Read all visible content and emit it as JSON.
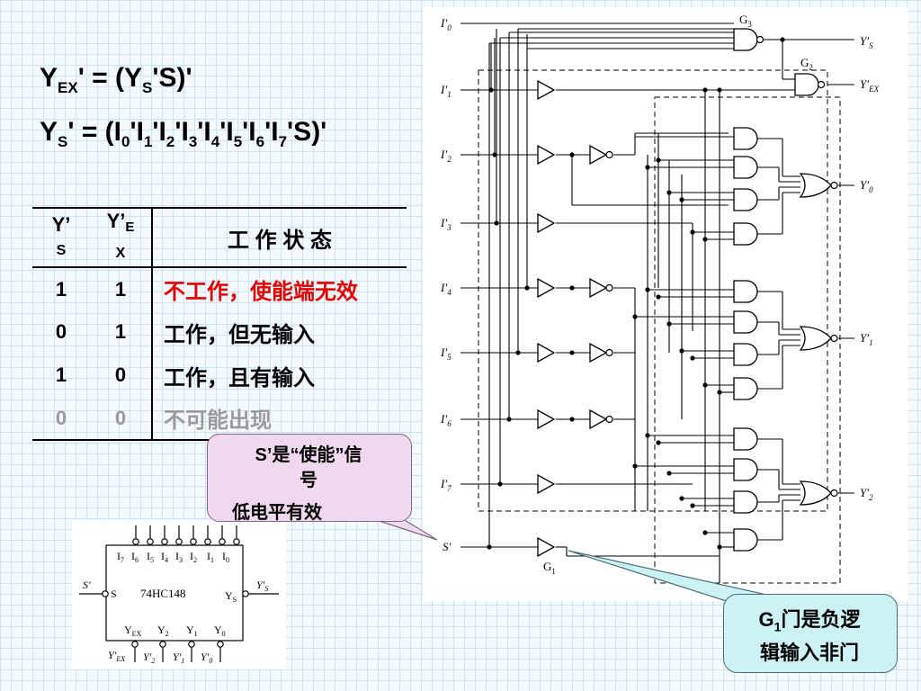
{
  "formulas": {
    "f1": {
      "a": "Y",
      "a_sub": "EX",
      "b": "' = (Y",
      "b_sub": "S",
      "c": "'S)'"
    },
    "f2": {
      "a": "Y",
      "a_sub": "S",
      "b": "' = (I",
      "s0": "0",
      "t0": "'I",
      "s1": "1",
      "t1": "'I",
      "s2": "2",
      "t2": "'I",
      "s3": "3",
      "t3": "'I",
      "s4": "4",
      "t4": "'I",
      "s5": "5",
      "t5": "'I",
      "s6": "6",
      "t6": "'I",
      "s7": "7",
      "t7": "'S)'"
    }
  },
  "table": {
    "headers": {
      "ys_main": "Y’",
      "ys_sub": "S",
      "yex_main": "Y’",
      "yex_sub1": "E",
      "yex_sub2": "X",
      "state": "工 作 状 态"
    },
    "rows": [
      {
        "ys": "1",
        "yex": "1",
        "state": "不工作，使能端无效",
        "color": "#e00000"
      },
      {
        "ys": "0",
        "yex": "1",
        "state": "工作，但无输入",
        "color": "#000000"
      },
      {
        "ys": "1",
        "yex": "0",
        "state": "工作，且有输入",
        "color": "#000000"
      },
      {
        "ys": "0",
        "yex": "0",
        "state": "不可能出现",
        "color": "#9a9a9a"
      }
    ]
  },
  "callouts": {
    "enable": {
      "line1": "S’是“使能”信",
      "line2": "号",
      "line3": "低电平有效",
      "bg": "#f0d9ef"
    },
    "g1": {
      "line1_main": "G",
      "line1_sub": "1",
      "line1_rest": "门是负逻",
      "line2": "辑输入非门",
      "bg": "#cdf2f5"
    }
  },
  "chip": {
    "name": "74HC148",
    "inputs": [
      "I",
      "I",
      "I",
      "I",
      "I",
      "I",
      "I",
      "I"
    ],
    "input_subs": [
      "7",
      "6",
      "5",
      "4",
      "3",
      "2",
      "1",
      "0"
    ],
    "s_pin": "S",
    "s_ext": "S′",
    "ys_pin": "Y",
    "ys_pin_sub": "S",
    "ys_ext": "Y′",
    "ys_ext_sub": "S",
    "outputs": [
      "Y",
      "Y",
      "Y",
      "Y"
    ],
    "output_subs": [
      "EX",
      "2",
      "1",
      "0"
    ],
    "output_ext_subs": [
      "EX",
      "2",
      "1",
      "0"
    ]
  },
  "circuit": {
    "inputs": [
      "I′",
      "I′",
      "I′",
      "I′",
      "I′",
      "I′",
      "I′",
      "I′"
    ],
    "input_subs": [
      "0",
      "1",
      "2",
      "3",
      "4",
      "5",
      "6",
      "7"
    ],
    "s": "S′",
    "gates": {
      "g3": "G",
      "g3_sub": "3",
      "g2": "G",
      "g2_sub": "2",
      "g1": "G",
      "g1_sub": "1"
    },
    "outputs": {
      "ys": "Y′",
      "ys_sub": "S",
      "yex": "Y′",
      "yex_sub": "EX",
      "y0": "Y′",
      "y0_sub": "0",
      "y1": "Y′",
      "y1_sub": "1",
      "y2": "Y′",
      "y2_sub": "2"
    }
  }
}
